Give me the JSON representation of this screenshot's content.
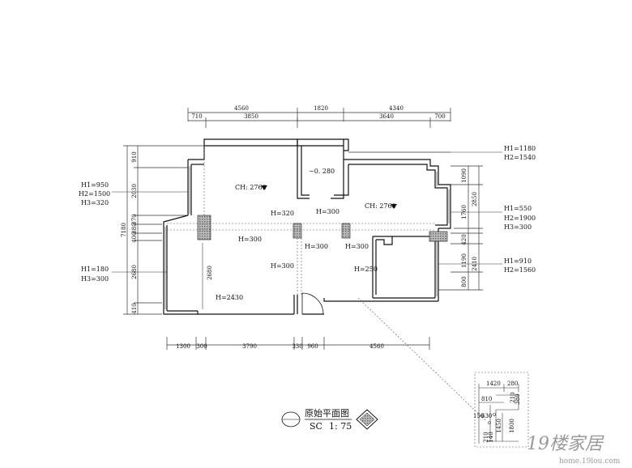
{
  "drawing": {
    "title": "原始平面图",
    "scale_prefix": "SC",
    "scale": "1: 75",
    "watermark": "19楼家居",
    "watermark_sub": "home.19lou.com"
  },
  "dimensions": {
    "top_row1": [
      "4560",
      "1820",
      "4340"
    ],
    "top_row2": [
      "710",
      "3850",
      "3640",
      "700"
    ],
    "bottom_row": [
      "1300",
      "300",
      "3790",
      "330",
      "960",
      "4560"
    ],
    "left_total": "7180",
    "left_segments": [
      "910",
      "2030",
      "400",
      "380",
      "370",
      "2680",
      "410"
    ],
    "left_wall_height": "2680",
    "right_segments": [
      "1090",
      "2850",
      "1760",
      "420",
      "2410",
      "1190",
      "800"
    ]
  },
  "labels": {
    "ch_left": "CH: 2760",
    "ch_right": "CH: 2760",
    "level": "−0. 280",
    "h_320": "H=320",
    "h_300_a": "H=300",
    "h_300_b": "H=300",
    "h_300_c": "H=300",
    "h_300_d": "H=300",
    "h_300_e": "H=300",
    "h_250": "H=250",
    "h_2430": "H=2430",
    "left_win1": [
      "H1=950",
      "H2=1500",
      "H3=320"
    ],
    "left_win2": [
      "H1=180",
      "H3=300"
    ],
    "right_win1": [
      "H1=1180",
      "H2=1540"
    ],
    "right_win2": [
      "H1=550",
      "H2=1900",
      "H3=300"
    ],
    "right_win3": [
      "H1=910",
      "H2=1560"
    ]
  },
  "detail": {
    "dims": [
      "1420",
      "280",
      "810",
      "150",
      "630",
      "1450",
      "1800",
      "210",
      "140",
      "210",
      "380"
    ]
  }
}
